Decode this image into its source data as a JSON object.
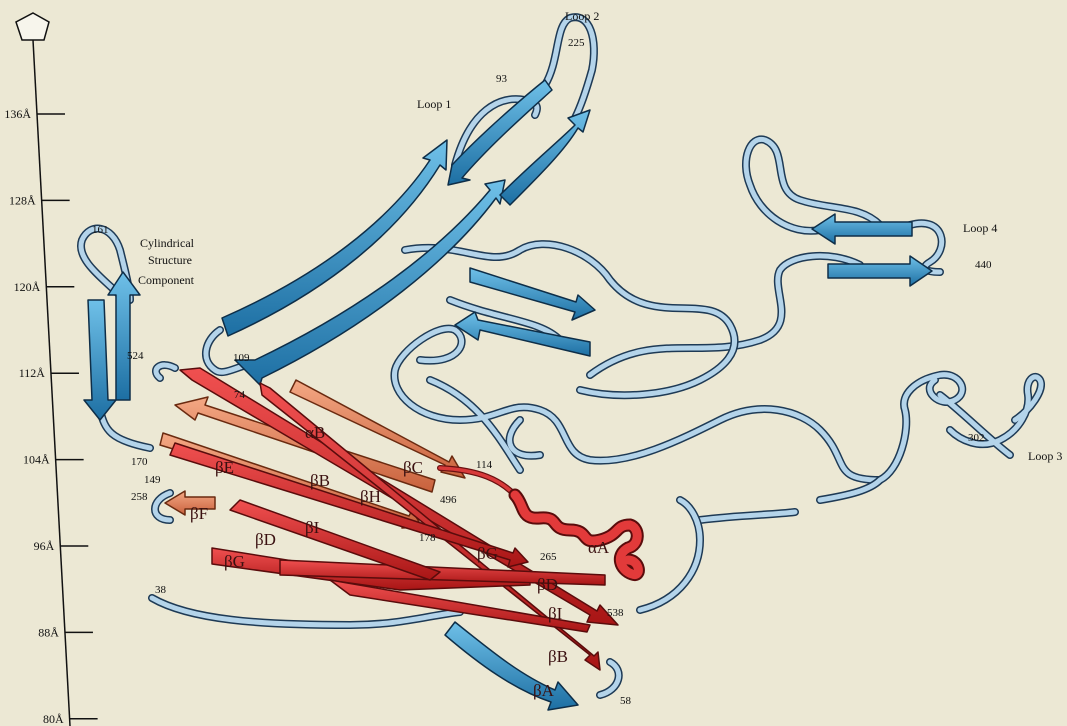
{
  "scale": {
    "ticks": [
      {
        "label": "136Å",
        "value": 136
      },
      {
        "label": "128Å",
        "value": 128
      },
      {
        "label": "120Å",
        "value": 120
      },
      {
        "label": "112Å",
        "value": 112
      },
      {
        "label": "104Å",
        "value": 104
      },
      {
        "label": "96Å",
        "value": 96
      },
      {
        "label": "88Å",
        "value": 88
      },
      {
        "label": "80Å",
        "value": 80
      }
    ]
  },
  "annotations": {
    "loop1": "Loop 1",
    "loop2": "Loop 2",
    "loop3": "Loop 3",
    "loop4": "Loop 4",
    "cyl_line1": "Cylindrical",
    "cyl_line2": "Structure",
    "cyl_line3": "Component"
  },
  "residues": {
    "r225": "225",
    "r93": "93",
    "r161": "161",
    "r440": "440",
    "r524": "524",
    "r109": "109",
    "r74": "74",
    "r170": "170",
    "r149": "149",
    "r258": "258",
    "r114": "114",
    "r496": "496",
    "r178": "178",
    "r265": "265",
    "r38": "38",
    "r538": "538",
    "r58": "58",
    "r302": "302"
  },
  "strands": {
    "aB": "αB",
    "bE": "βE",
    "bC": "βC",
    "bB1": "βB",
    "bH": "βH",
    "bF": "βF",
    "bI1": "βI",
    "bD1": "βD",
    "bG1": "βG",
    "bG2": "βG",
    "aA": "αA",
    "bD2": "βD",
    "bI2": "βI",
    "bB2": "βB",
    "bA": "βA"
  },
  "colors": {
    "background": "#ece8d4",
    "blue_strand": "#2f8fc4",
    "red_strand": "#dc2b2b",
    "salmon_strand": "#e98a62",
    "loop_light_blue": "#b4d4ea"
  }
}
